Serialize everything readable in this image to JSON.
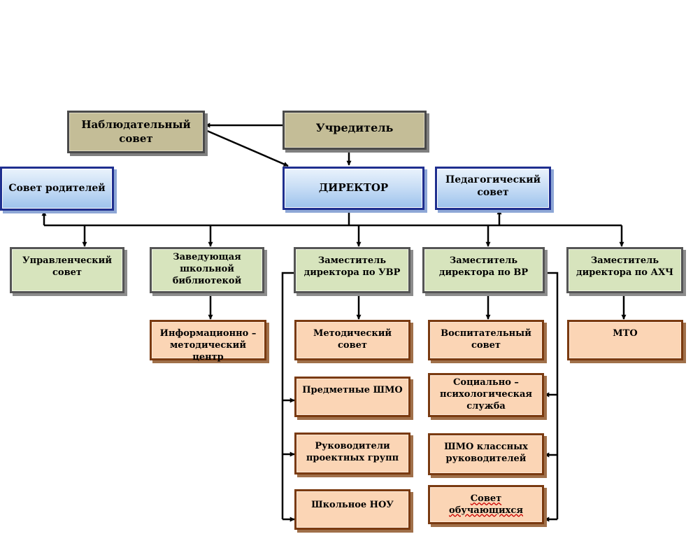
{
  "colors": {
    "tan_fill": "#c4bd97",
    "blue_fill": "#c6dcf5",
    "green_fill": "#d7e4bd",
    "orange_fill": "#fbd5b5",
    "line": "#000000"
  },
  "nodes": {
    "nablyudatelny": "Наблюдательный\nсовет",
    "uchreditel": "Учредитель",
    "sovet_roditeley": "Совет родителей",
    "direktor": "ДИРЕКТОР",
    "pedsovet": "Педагогический\nсовет",
    "upravlencheskiy": "Управленческий\nсовет",
    "zaveduyushchaya": "Заведующая\nшкольной\nбиблиотекой",
    "zam_uvr": "Заместитель\nдиректора по УВР",
    "zam_vr": "Заместитель\nдиректора по ВР",
    "zam_ahch": "Заместитель\nдиректора по АХЧ",
    "inform_centr": "Информационно –\nметодический центр",
    "metod_sovet": "Методический совет",
    "predmet_shmo": "Предметные ШМО",
    "ruk_proekt": "Руководители\nпроектных групп",
    "shkolnoe_nou": "Школьное НОУ",
    "vospit_sovet": "Воспитательный\nсовет",
    "soc_psych": "Социально –\nпсихологическая\nслужба",
    "shmo_klass": "ШМО классных\nруководителей",
    "sovet_obuch": "Совет обучающихся",
    "mto": "МТО"
  }
}
